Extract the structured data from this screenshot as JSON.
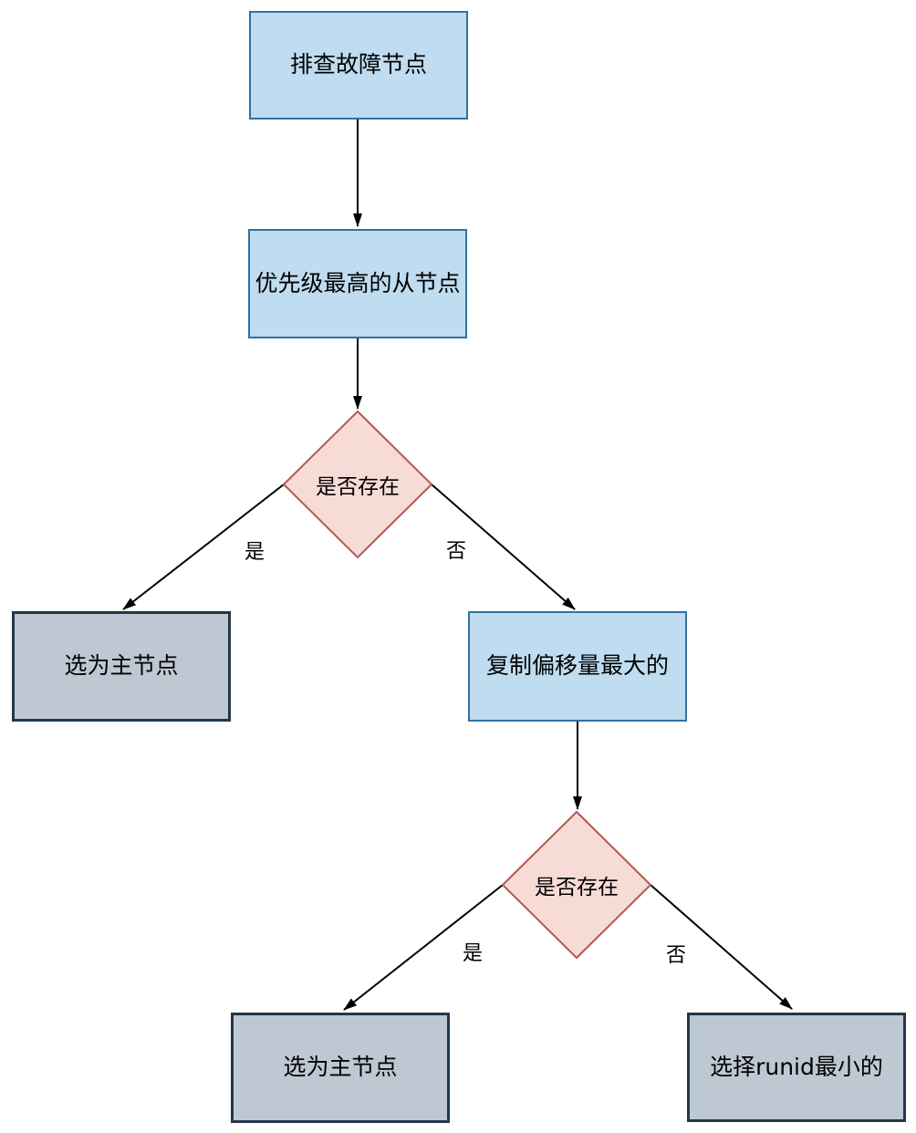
{
  "diagram": {
    "nodes": {
      "investigate": {
        "label": "排查故障节点",
        "shape": "rectangle",
        "style": "process"
      },
      "priority": {
        "label": "优先级最高的从节点",
        "shape": "rectangle",
        "style": "process"
      },
      "exists1": {
        "label": "是否存在",
        "shape": "diamond",
        "style": "decision"
      },
      "master1": {
        "label": "选为主节点",
        "shape": "rectangle",
        "style": "terminal"
      },
      "offset": {
        "label": "复制偏移量最大的",
        "shape": "rectangle",
        "style": "process"
      },
      "exists2": {
        "label": "是否存在",
        "shape": "diamond",
        "style": "decision"
      },
      "master2": {
        "label": "选为主节点",
        "shape": "rectangle",
        "style": "terminal"
      },
      "runid": {
        "label": "选择runid最小的",
        "shape": "rectangle",
        "style": "terminal"
      }
    },
    "edge_labels": {
      "yes1": "是",
      "no1": "否",
      "yes2": "是",
      "no2": "否"
    },
    "colors": {
      "process_fill": "#bfdcf0",
      "process_stroke": "#31729f",
      "decision_fill": "#f7dbd7",
      "decision_stroke": "#b05a51",
      "terminal_fill": "#bec8d2",
      "terminal_stroke": "#23374a",
      "line": "#000000"
    }
  }
}
